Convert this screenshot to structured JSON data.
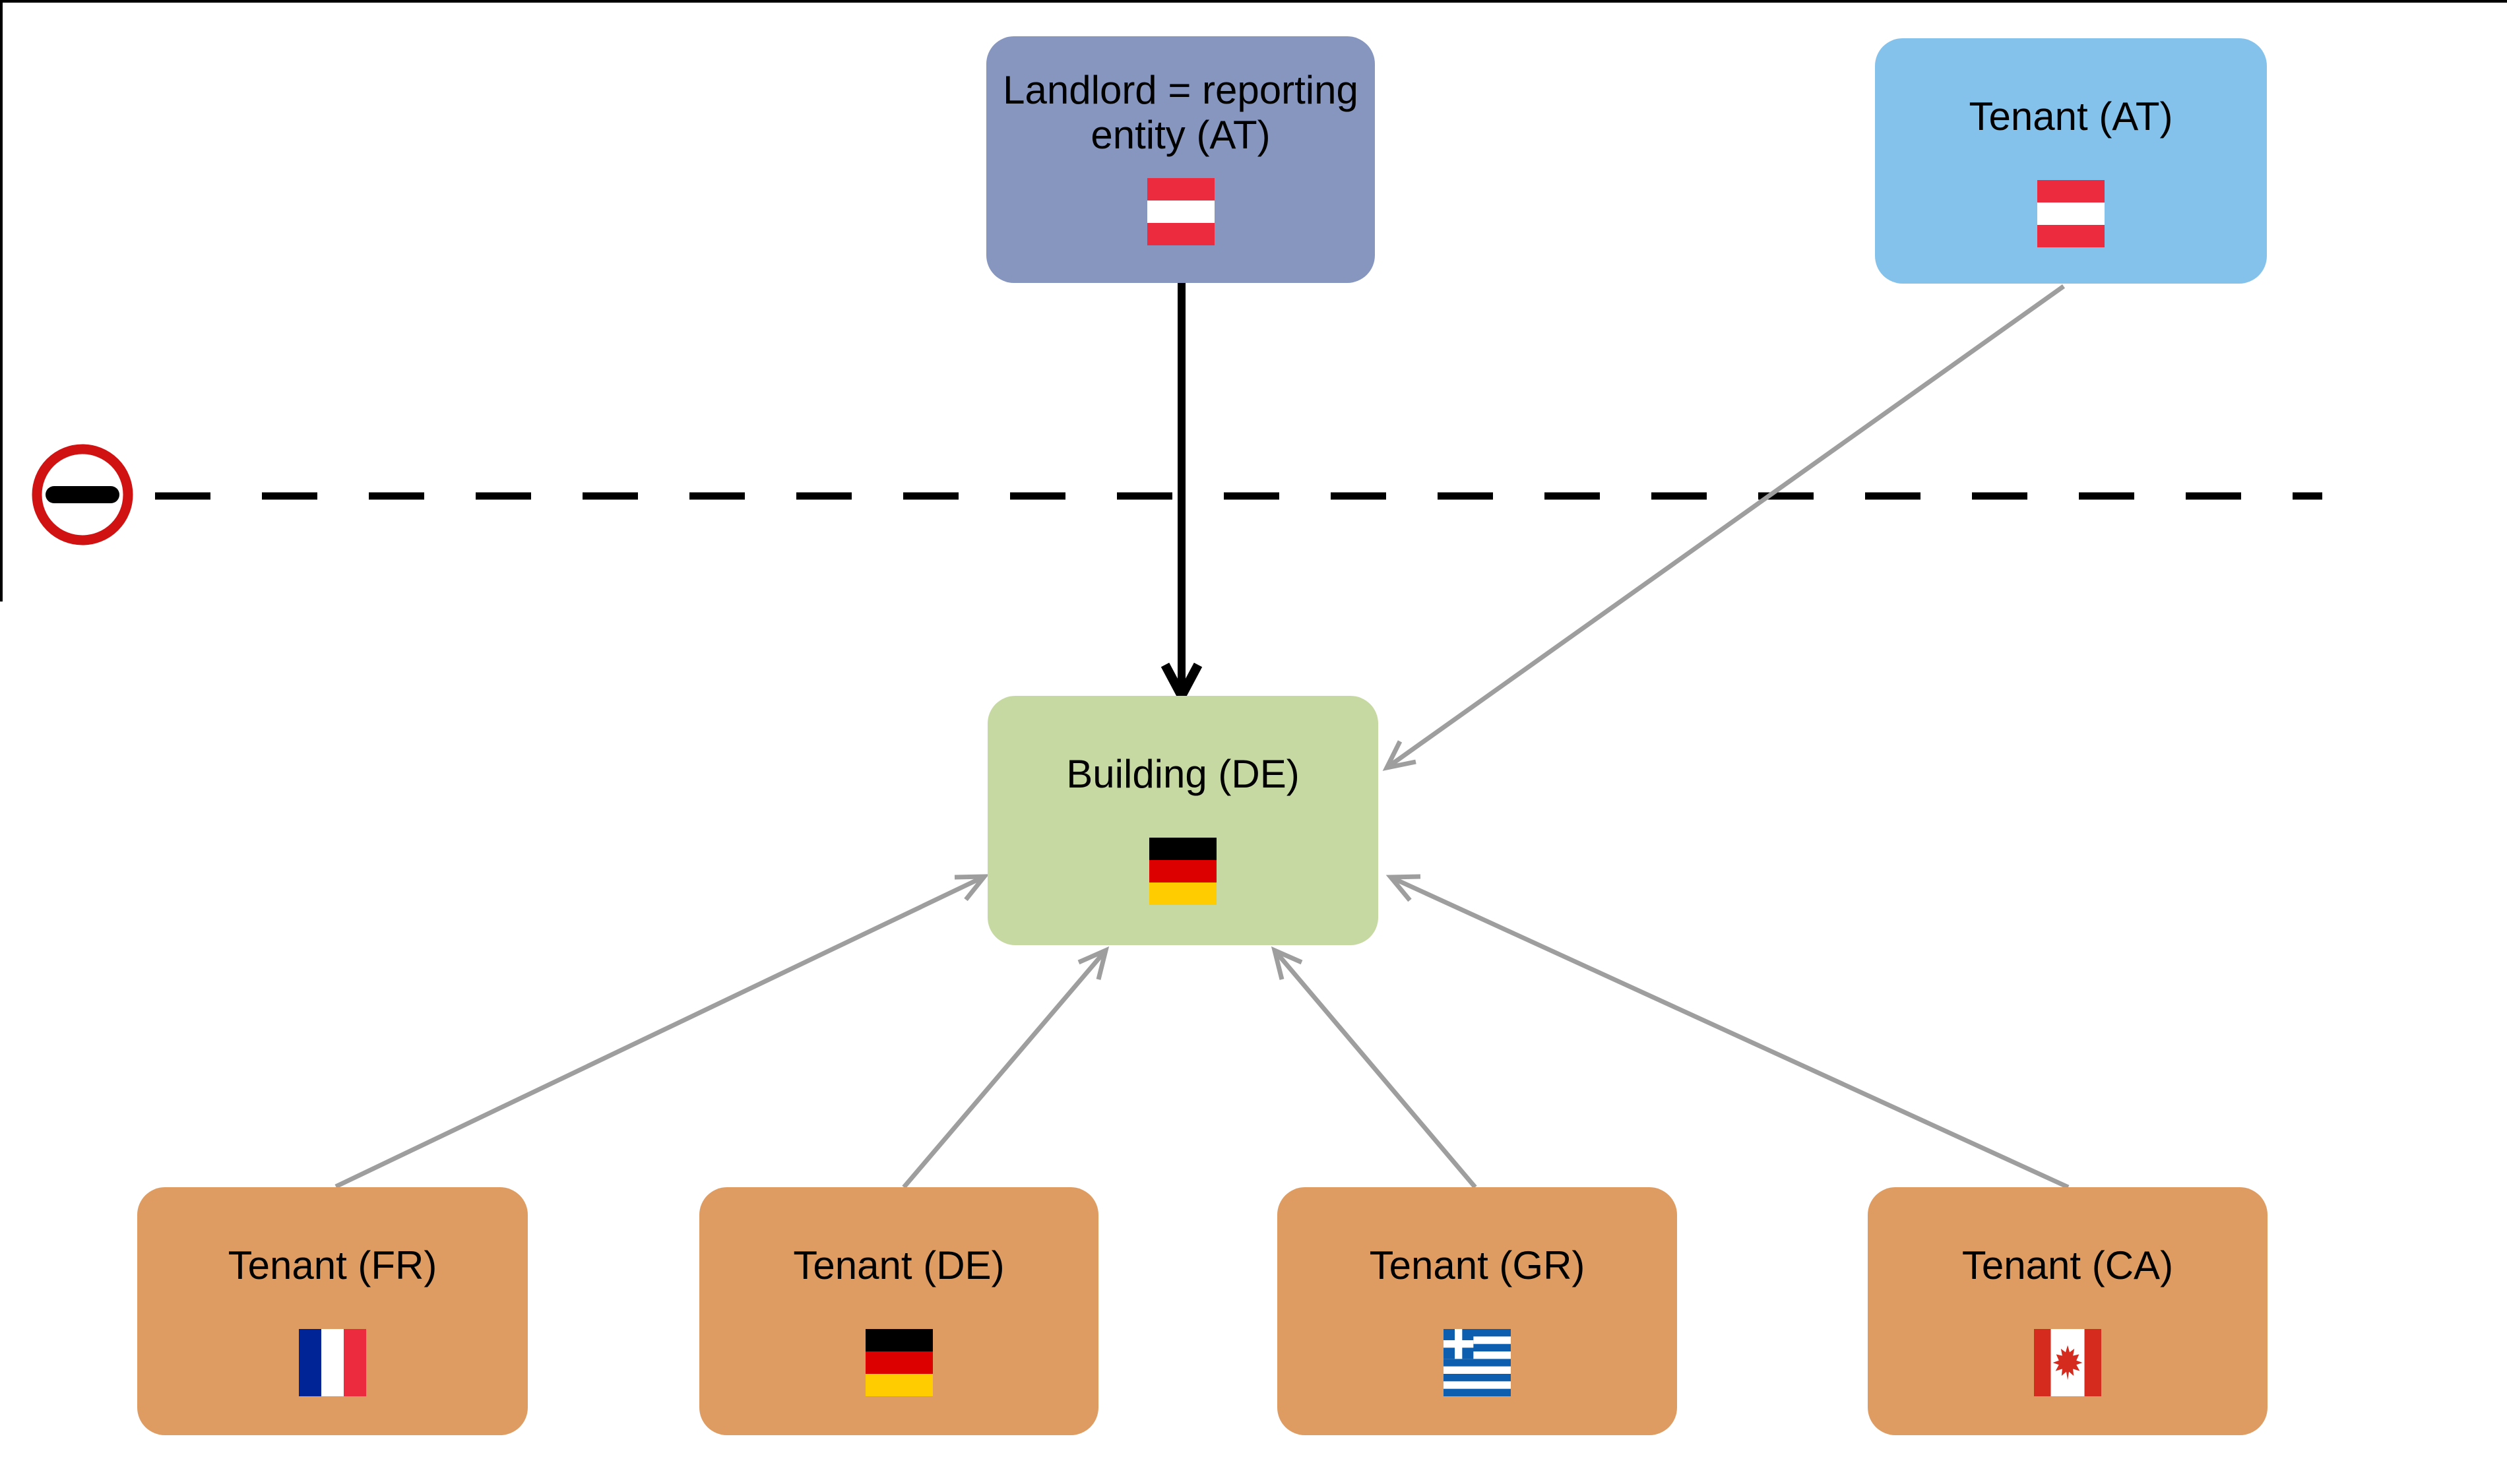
{
  "nodes": {
    "landlord": {
      "label": "Landlord = reporting entity (AT)",
      "label_lines": [
        "Landlord = reporting",
        "entity (AT)"
      ],
      "flag": "austria",
      "fill": "#8696BF"
    },
    "tenant_at": {
      "label": "Tenant (AT)",
      "flag": "austria",
      "fill": "#85C2EB"
    },
    "building": {
      "label": "Building (DE)",
      "flag": "germany",
      "fill": "#C7D9A2"
    },
    "tenant_fr": {
      "label": "Tenant (FR)",
      "flag": "france",
      "fill": "#DE9C62"
    },
    "tenant_de": {
      "label": "Tenant (DE)",
      "flag": "germany",
      "fill": "#DE9C62"
    },
    "tenant_gr": {
      "label": "Tenant (GR)",
      "flag": "greece",
      "fill": "#DE9C62"
    },
    "tenant_ca": {
      "label": "Tenant (CA)",
      "flag": "canada",
      "fill": "#DE9C62"
    }
  },
  "edges": [
    {
      "from": "landlord",
      "to": "building",
      "style": "solid-black-chevron-arrow",
      "color": "#000000"
    },
    {
      "from": "tenant_at",
      "to": "building",
      "style": "open-arrow",
      "color": "#9E9E9E"
    },
    {
      "from": "tenant_fr",
      "to": "building",
      "style": "open-arrow",
      "color": "#9E9E9E"
    },
    {
      "from": "tenant_de",
      "to": "building",
      "style": "open-arrow",
      "color": "#9E9E9E"
    },
    {
      "from": "tenant_gr",
      "to": "building",
      "style": "open-arrow",
      "color": "#9E9E9E"
    },
    {
      "from": "tenant_ca",
      "to": "building",
      "style": "open-arrow",
      "color": "#9E9E9E"
    }
  ],
  "boundary": {
    "style": "dashed-line",
    "color": "#000000",
    "icon": "no-entry-icon",
    "icon_ring_color": "#D01212",
    "icon_bar_color": "#000000",
    "icon_fill": "#FFFFFF"
  },
  "colors": {
    "background": "#FFFFFF",
    "page_border": "#000000",
    "connector_gray": "#9E9E9E",
    "text": "#000000"
  },
  "flags": {
    "austria": {
      "red": "#ED2B3E",
      "white": "#FFFFFF"
    },
    "germany": {
      "black": "#000000",
      "red": "#DD0000",
      "gold": "#FFCC00"
    },
    "france": {
      "blue": "#002395",
      "white": "#FFFFFF",
      "red": "#ED2B3E"
    },
    "greece": {
      "blue": "#0D5EAF",
      "white": "#FFFFFF"
    },
    "canada": {
      "red": "#D52B1E",
      "white": "#FFFFFF"
    }
  }
}
